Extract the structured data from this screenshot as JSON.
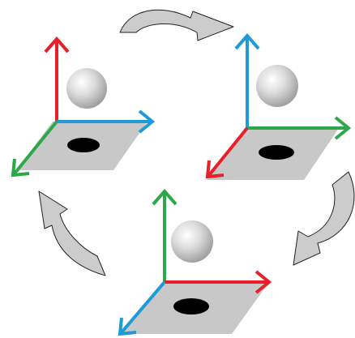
{
  "diagram": {
    "description_free": true,
    "colors": {
      "background": "#ffffff",
      "plate": "#c8c8c8",
      "hole": "#000000",
      "axis_red": "#e8202a",
      "axis_green": "#2ca84a",
      "axis_blue": "#1e9ad6",
      "cycle_arrow_fill": "#cccccc",
      "cycle_arrow_stroke": "#222222",
      "ball_light": "#ffffff",
      "ball_dark": "#9a9a9a"
    },
    "panels": [
      {
        "id": "top-left",
        "axes": {
          "up": "axis_red",
          "right": "axis_blue",
          "down_left": "axis_green"
        }
      },
      {
        "id": "top-right",
        "axes": {
          "up": "axis_blue",
          "right": "axis_green",
          "down_left": "axis_red"
        }
      },
      {
        "id": "bottom-center",
        "axes": {
          "up": "axis_green",
          "right": "axis_red",
          "down_left": "axis_blue"
        }
      }
    ],
    "cycle_arrows": [
      {
        "id": "top",
        "direction": "clockwise"
      },
      {
        "id": "right",
        "direction": "clockwise"
      },
      {
        "id": "left",
        "direction": "clockwise"
      }
    ]
  }
}
